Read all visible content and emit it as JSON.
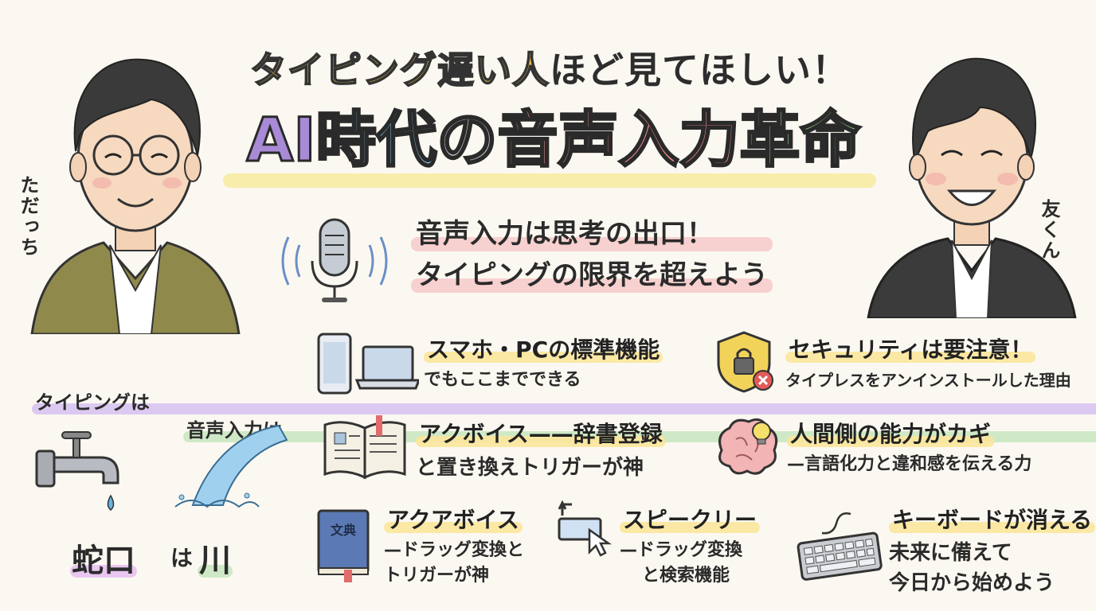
{
  "headline": {
    "part1": "タイピング遅い",
    "part2": "人",
    "part3": "ほど見てほしい！"
  },
  "title": {
    "chars": [
      {
        "text": "AI",
        "color": "#a88ad6"
      },
      {
        "text": "時代",
        "color": "#7fc3de"
      },
      {
        "text": "の",
        "color": "#b8b8b8"
      },
      {
        "text": "音声入力",
        "color": "#ef8a8a"
      },
      {
        "text": "革命",
        "color": "#8fcf86"
      }
    ]
  },
  "people": {
    "left_name": "ただっち",
    "right_name": "友くん"
  },
  "subtitle": {
    "line1": "音声入力は思考の出口！",
    "line2": "タイピングの限界を超えよう"
  },
  "comparison": {
    "typing_label": "タイピングは",
    "voice_label": "音声入力は",
    "typing_word": "蛇口",
    "is_word": "は",
    "voice_word": "川"
  },
  "features": {
    "standard": {
      "head": "スマホ・PCの標準機能",
      "body": "でもここまでできる"
    },
    "security": {
      "head": "セキュリティは要注意！",
      "body": "タイプレスをアンインストールした理由"
    },
    "aquavoice": {
      "head": "アクボイス",
      "dash": "——",
      "head2": "辞書登録",
      "body": "と置き換えトリガーが神"
    },
    "human": {
      "head": "人間側の能力がカギ",
      "body": "—言語化力と違和感を伝える力"
    },
    "aquavoice2": {
      "head": "アクアボイス",
      "body1": "—ドラッグ変換と",
      "body2": "トリガーが神"
    },
    "speakly": {
      "head": "スピークリー",
      "body1": "—ドラッグ変換",
      "body2": "と検索機能"
    },
    "keyboard": {
      "head": "キーボードが消える",
      "body1": "未来に備えて",
      "body2": "今日から始めよう"
    }
  },
  "icons": {
    "dictionary_label": "文典"
  }
}
